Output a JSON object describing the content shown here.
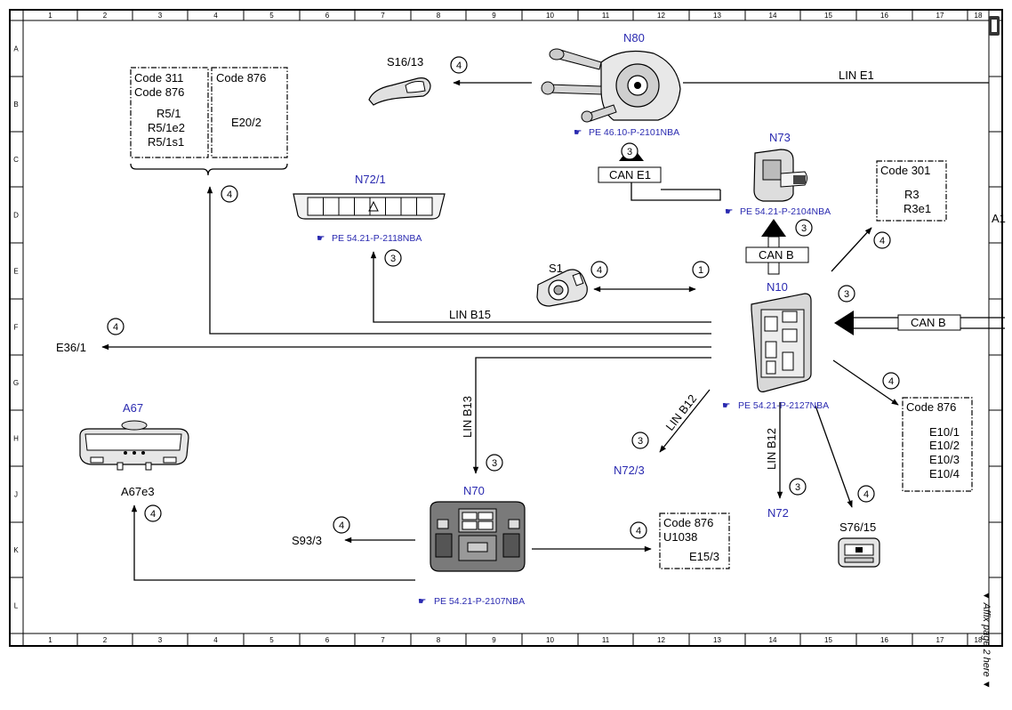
{
  "grid": {
    "columns": [
      "1",
      "2",
      "3",
      "4",
      "5",
      "6",
      "7",
      "8",
      "9",
      "10",
      "11",
      "12",
      "13",
      "14",
      "15",
      "16",
      "17",
      "18"
    ],
    "rows": [
      "A",
      "B",
      "C",
      "D",
      "E",
      "F",
      "G",
      "H",
      "J",
      "K",
      "L"
    ]
  },
  "components": {
    "n80": "N80",
    "n73": "N73",
    "n72_1": "N72/1",
    "n10": "N10",
    "a67": "A67",
    "n70": "N70",
    "s16_13": "S16/13",
    "s1": "S1",
    "e36_1": "E36/1",
    "a67e3": "A67e3",
    "s93_3": "S93/3",
    "n72_3": "N72/3",
    "n72": "N72",
    "s76_15": "S76/15",
    "a1_partial": "A1"
  },
  "refs": {
    "n80": "PE 46.10-P-2101NBA",
    "n73": "PE 54.21-P-2104NBA",
    "n72_1": "PE 54.21-P-2118NBA",
    "n10": "PE 54.21-P-2127NBA",
    "n70": "PE 54.21-P-2107NBA"
  },
  "buses": {
    "lin_e1": "LIN E1",
    "can_e1": "CAN E1",
    "can_b_top": "CAN B",
    "can_b_right": "CAN B",
    "lin_b15": "LIN B15",
    "lin_b13": "LIN B13",
    "lin_b12_diag": "LIN B12",
    "lin_b12_vert": "LIN B12"
  },
  "codeboxes": {
    "box311_l1": "Code 311",
    "box311_l2": "Code 876",
    "box311_l3": "R5/1",
    "box311_l4": "R5/1e2",
    "box311_l5": "R5/1s1",
    "box876a_l1": "Code 876",
    "box876a_l2": "E20/2",
    "box301_l1": "Code 301",
    "box301_l2": "R3",
    "box301_l3": "R3e1",
    "box876b_l1": "Code 876",
    "box876b_l2": "E10/1",
    "box876b_l3": "E10/2",
    "box876b_l4": "E10/3",
    "box876b_l5": "E10/4",
    "box876c_l1": "Code 876",
    "box876c_l2": "U1038",
    "box876c_l3": "E15/3"
  },
  "circles": {
    "one": "1",
    "three": "3",
    "four": "4"
  },
  "margin_note": "▼ Affix page 2 here ▼",
  "colors": {
    "component_label": "#2a2ab0",
    "line": "#000000"
  }
}
